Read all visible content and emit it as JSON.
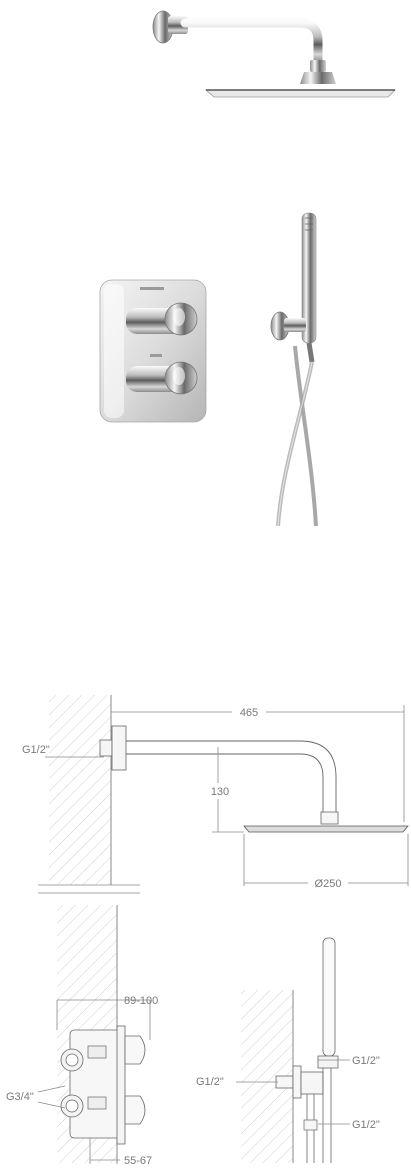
{
  "dimensions": {
    "arm_length": "465",
    "arm_drop": "130",
    "head_diameter": "Ø250",
    "wall_inlet_thread": "G1/2\"",
    "valve_depth": "89-100",
    "valve_inlet_thread": "G3/4\"",
    "valve_recess": "55-67",
    "hose_thread_top": "G1/2\"",
    "elbow_inlet_thread": "G1/2\"",
    "hose_thread_bottom": "G1/2\""
  },
  "colors": {
    "chrome_dark": "#5c5c5c",
    "chrome_light": "#f2f2f2",
    "line": "#8a8a8a",
    "hatch": "#cfcfcf"
  }
}
